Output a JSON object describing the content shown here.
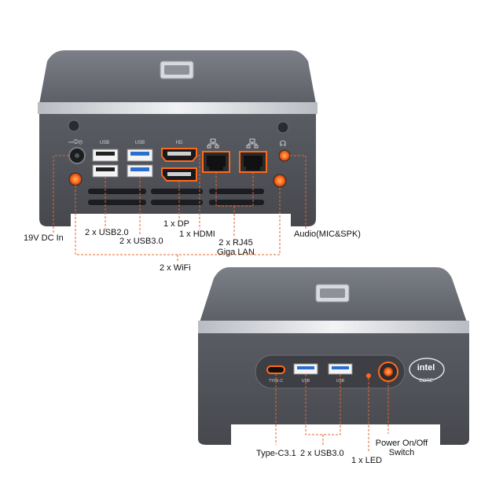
{
  "rear_panel": {
    "port_markings": {
      "dc": "⎓◎⊖",
      "usb_a": "USB",
      "usb_b": "USB",
      "hdmi": "HD"
    },
    "callouts": {
      "dc_in": "19V DC In",
      "usb2": "2 x USB2.0",
      "usb3": "2 x USB3.0",
      "dp": "1 x DP",
      "hdmi": "1 x HDMI",
      "rj45_line1": "2 x RJ45",
      "rj45_line2": "Giga LAN",
      "audio": "Audio(MIC&SPK)",
      "wifi": "2 x WiFi"
    }
  },
  "front_panel": {
    "port_markings": {
      "type_c": "TYPE-C",
      "usb_a": "USB",
      "usb_b": "USB"
    },
    "badge": {
      "brand": "intel",
      "line": "CORE"
    },
    "callouts": {
      "type_c": "Type-C3.1",
      "usb3": "2 x USB3.0",
      "led": "1 x LED",
      "power_line1": "Power On/Off",
      "power_line2": "Switch"
    }
  },
  "colors": {
    "callout_line": "#e8652e",
    "port_highlight": "#ff6a1a",
    "chassis_top": "#6b6e76",
    "chassis_front": "#4f5158",
    "silver_edge": "#d9dbe0",
    "usb3_blue": "#2a6fd0"
  }
}
